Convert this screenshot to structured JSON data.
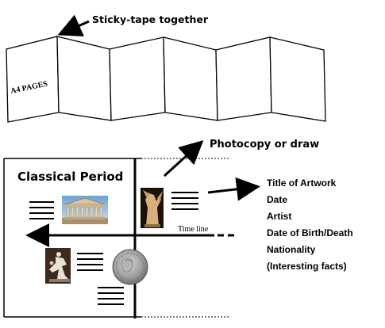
{
  "labels": {
    "sticky_tape": "Sticky-tape together",
    "a4_pages": "A4 PAGES",
    "photocopy": "Photocopy or draw",
    "period_title": "Classical Period",
    "time_line": "Time line"
  },
  "info_fields": [
    "Title of Artwork",
    "Date",
    "Artist",
    "Date of Birth/Death",
    "Nationality",
    "(Interesting facts)"
  ],
  "images": {
    "parthenon": "parthenon-photo",
    "nike": "winged-victory-statue-photo",
    "discobolus": "discus-thrower-statue-photo",
    "coin": "ancient-coin-photo"
  }
}
